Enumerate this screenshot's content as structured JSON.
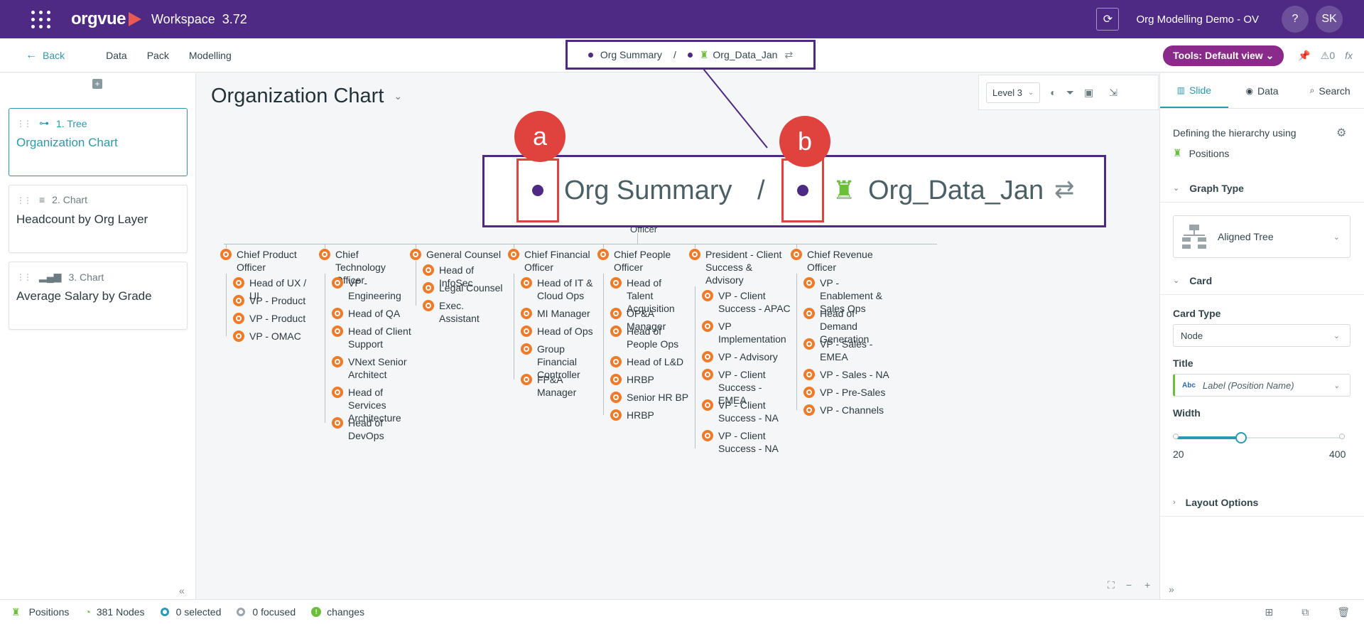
{
  "topbar": {
    "app_name": "orgvue",
    "workspace_title": "Workspace",
    "version": "3.72",
    "org_name": "Org Modelling Demo - OV",
    "help_label": "?",
    "user_initials": "SK"
  },
  "navbar": {
    "back_label": "Back",
    "items": [
      "Data",
      "Pack",
      "Modelling"
    ],
    "breadcrumb": {
      "summary": "Org Summary",
      "separator": "/",
      "dataset": "Org_Data_Jan"
    },
    "tools_label": "Tools: Default view",
    "alerts_count": "0",
    "fx_label": "fx"
  },
  "slides": [
    {
      "type": "1. Tree",
      "title": "Organization Chart"
    },
    {
      "type": "2. Chart",
      "title": "Headcount by Org Layer"
    },
    {
      "type": "3. Chart",
      "title": "Average Salary by Grade"
    }
  ],
  "canvas": {
    "title": "Organization Chart",
    "level_select": "Level 3",
    "root_label": "Officer",
    "columns": [
      {
        "head": "Chief Product Officer",
        "children": [
          "Head of UX / UI",
          "VP - Product",
          "VP - Product",
          "VP - OMAC"
        ]
      },
      {
        "head": "Chief Technology Officer",
        "children": [
          "VP - Engineering",
          "Head of QA",
          "Head of Client Support",
          "VNext Senior Architect",
          "Head of Services Architecture",
          "Head of DevOps"
        ]
      },
      {
        "head": "General Counsel",
        "children": [
          "Head of InfoSec",
          "Legal Counsel",
          "Exec. Assistant"
        ]
      },
      {
        "head": "Chief Financial Officer",
        "children": [
          "Head of IT & Cloud Ops",
          "MI Manager",
          "Head of Ops",
          "Group Financial Controller",
          "FP&A Manager"
        ]
      },
      {
        "head": "Chief People Officer",
        "children": [
          "Head of Talent Acquisition",
          "OP&A Manager",
          "Head of People Ops",
          "Head of L&D",
          "HRBP",
          "Senior HR BP",
          "HRBP"
        ]
      },
      {
        "head": "President -  Client Success & Advisory",
        "children": [
          "VP - Client Success - APAC",
          "VP Implementation",
          "VP - Advisory",
          "VP - Client Success - EMEA",
          "VP - Client Success - NA",
          "VP - Client Success - NA"
        ]
      },
      {
        "head": "Chief Revenue Officer",
        "children": [
          "VP - Enablement & Sales Ops",
          "Head of Demand Generation",
          "VP - Sales - EMEA",
          "VP - Sales - NA",
          "VP - Pre-Sales",
          "VP - Channels"
        ]
      }
    ]
  },
  "callout": {
    "badge_a": "a",
    "badge_b": "b",
    "summary": "Org Summary",
    "separator": "/",
    "dataset": "Org_Data_Jan"
  },
  "rightpanel": {
    "tabs": [
      "Slide",
      "Data",
      "Search"
    ],
    "defining_label": "Defining the hierarchy using",
    "hierarchy_dimension": "Positions",
    "graph_type_heading": "Graph Type",
    "graph_type_value": "Aligned Tree",
    "card_heading": "Card",
    "card_type_label": "Card Type",
    "card_type_value": "Node",
    "title_label": "Title",
    "title_value": "Label (Position Name)",
    "title_badge": "Abc",
    "width_label": "Width",
    "width_min": "20",
    "width_max": "400",
    "width_value_fraction": 0.39,
    "layout_options_heading": "Layout Options"
  },
  "footer": {
    "dimension": "Positions",
    "nodes": "381 Nodes",
    "selected": "0 selected",
    "focused": "0 focused",
    "changes_count": "!",
    "changes": "changes"
  },
  "colors": {
    "brand_purple": "#4e2a84",
    "accent_teal": "#2a9ab0",
    "node_orange": "#f07a28",
    "callout_red": "#e0433e",
    "tools_magenta": "#8a2a8a"
  }
}
